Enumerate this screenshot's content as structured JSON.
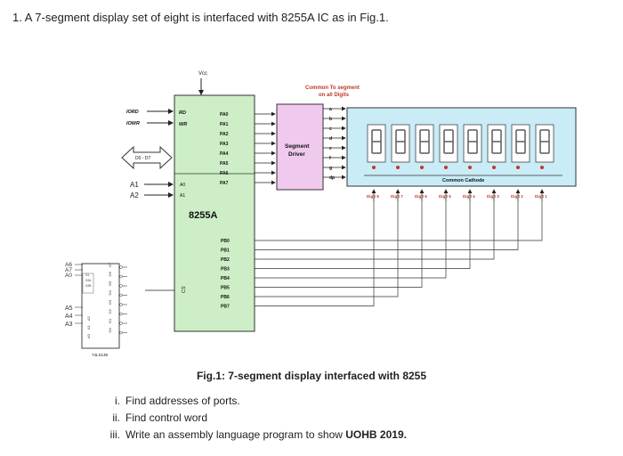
{
  "question": "1.  A 7-segment display set of eight is interfaced with 8255A IC as in Fig.1.",
  "diagram": {
    "vcc": "Vcc",
    "chip_name": "8255A",
    "control_signals": [
      "IORD",
      "IOWR"
    ],
    "control_pins": [
      "RD",
      "WR"
    ],
    "data_bus": "D0 - D7",
    "addr_inputs": [
      "A1",
      "A2"
    ],
    "addr_pins": [
      "A0",
      "A1"
    ],
    "cs_pin": "CS",
    "port_a": [
      "PA0",
      "PA1",
      "PA2",
      "PA3",
      "PA4",
      "PA5",
      "PA6",
      "PA7"
    ],
    "port_b": [
      "PB0",
      "PB1",
      "PB2",
      "PB3",
      "PB4",
      "PB5",
      "PB6",
      "PB7"
    ],
    "driver": "Segment Driver",
    "driver_line1": "Segment",
    "driver_line2": "Driver",
    "common_title_1": "Common To segment",
    "common_title_2": "on all Digits",
    "segments": [
      "a",
      "b",
      "c",
      "d",
      "e",
      "f",
      "g",
      "dp"
    ],
    "common_cathode": "Common Cathode",
    "digits": [
      "Digit 8",
      "Digit 7",
      "Digit 6",
      "Digit 5",
      "Digit 4",
      "Digit 3",
      "Digit 2",
      "Digit 1"
    ],
    "decoder_part": "74LS138",
    "decoder_enable_inputs": [
      "A6",
      "A7",
      "A0"
    ],
    "decoder_enable_pins": [
      "G1",
      "G2A",
      "G2B"
    ],
    "decoder_select_inputs": [
      "A5",
      "A4",
      "A3"
    ],
    "decoder_select_pins": [
      "A0",
      "A1",
      "A2"
    ],
    "decoder_outputs": [
      "O7",
      "O6",
      "O5",
      "O4",
      "O3",
      "O2",
      "O1",
      "O0"
    ]
  },
  "caption": "Fig.1: 7-segment display interfaced with 8255",
  "tasks": [
    {
      "num": "i.",
      "text": "Find addresses of ports.",
      "bold": ""
    },
    {
      "num": "ii.",
      "text": "Find control word",
      "bold": ""
    },
    {
      "num": "iii.",
      "text": "Write an assembly language program to show ",
      "bold": "UOHB 2019."
    }
  ]
}
